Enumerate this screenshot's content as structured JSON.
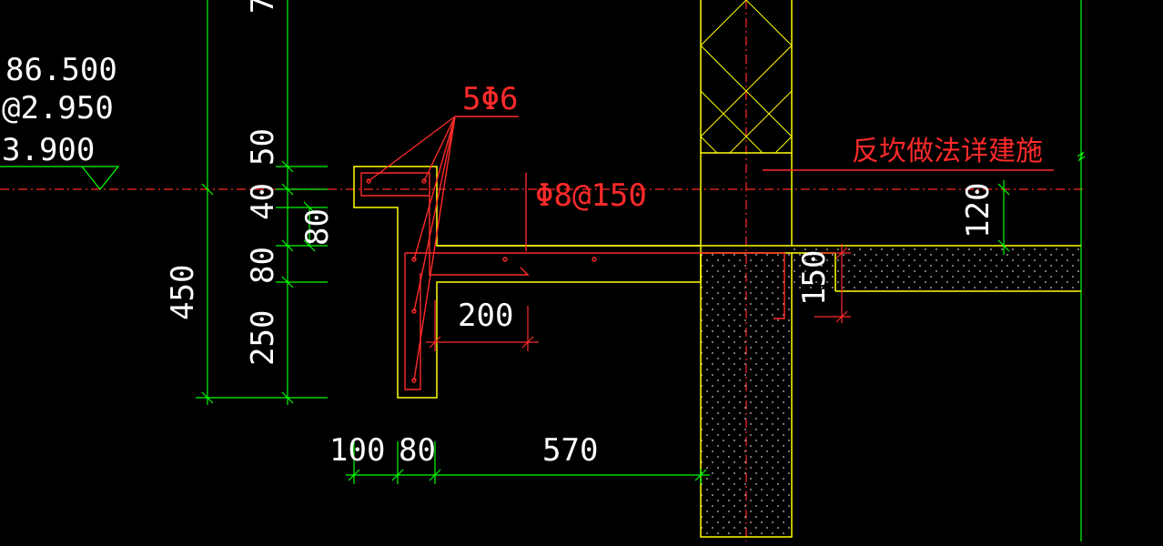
{
  "elevation_labels": [
    "86.500",
    "@2.950",
    "3.900"
  ],
  "top_cut_label": "7",
  "vertical_dims": {
    "d50": "50",
    "d40": "40",
    "d80a": "80",
    "d80b": "80",
    "d250": "250",
    "d450": "450"
  },
  "horizontal_dims": {
    "d100": "100",
    "d80": "80",
    "d570": "570",
    "d200": "200"
  },
  "right_dims": {
    "d120": "120",
    "d150": "150"
  },
  "rebar_labels": {
    "bars": "5Φ6",
    "stirrup": "Φ8@150"
  },
  "note": "反坎做法详建施",
  "colors": {
    "dimension": "#00ff00",
    "outline": "#ffff00",
    "rebar": "#ff2a2a",
    "text": "#ffffff",
    "concrete_dots": "#c8c8c8"
  }
}
